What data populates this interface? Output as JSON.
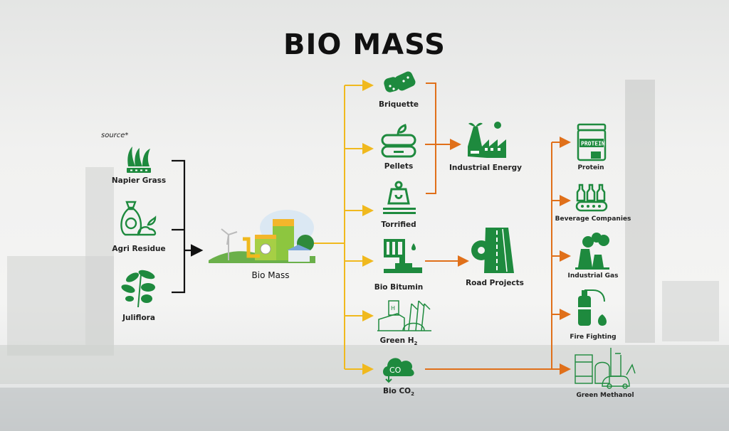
{
  "title": "BIO MASS",
  "source_note": "source*",
  "sources": [
    {
      "label": "Napier Grass"
    },
    {
      "label": "Agri Residue"
    },
    {
      "label": "Juliflora"
    }
  ],
  "hub": {
    "label": "Bio Mass"
  },
  "products": [
    {
      "label": "Briquette"
    },
    {
      "label": "Pellets"
    },
    {
      "label": "Torrified"
    },
    {
      "label": "Bio Bitumin"
    },
    {
      "label": "Green H",
      "sub": "2"
    },
    {
      "label": "Bio CO",
      "sub": "2"
    }
  ],
  "applications": [
    {
      "label": "Industrial Energy"
    },
    {
      "label": "Road Projects"
    }
  ],
  "co2_uses": [
    {
      "label": "Protein"
    },
    {
      "label": "Beverage Companies"
    },
    {
      "label": "Industrial Gas"
    },
    {
      "label": "Fire Fighting"
    },
    {
      "label": "Green Methanol"
    }
  ],
  "icon_text": {
    "protein": "PROTEIN"
  },
  "colors": {
    "green": "#1e8a3e",
    "yellow": "#f0b91e",
    "orange": "#e0701a",
    "black": "#111111"
  }
}
